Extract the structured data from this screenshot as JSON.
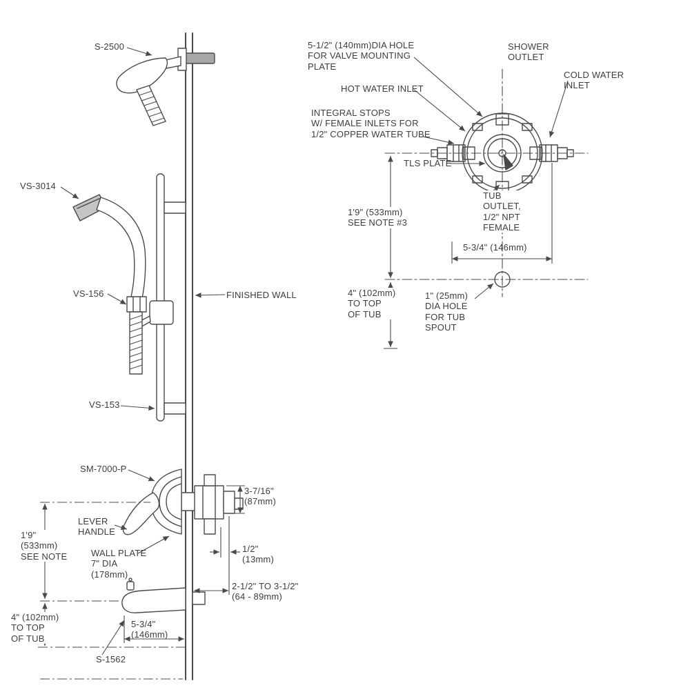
{
  "colors": {
    "line": "#4a4a4a",
    "text": "#3d3d3d",
    "background": "#ffffff"
  },
  "side_view": {
    "labels": {
      "s2500": "S-2500",
      "vs3014": "VS-3014",
      "vs156": "VS-156",
      "finished_wall": "FINISHED WALL",
      "vs153": "VS-153",
      "sm7000p": "SM-7000-P",
      "lever_handle": "LEVER\nHANDLE",
      "wall_plate": "WALL PLATE\n7\" DIA\n(178mm)",
      "dim_3_7_16": "3-7/16\"\n(87mm)",
      "dim_half_inch": "1/2\"\n(13mm)",
      "dim_offset_range": "2-1/2\" TO 3-1/2\"\n(64 - 89mm)",
      "dim_valve_height": "1'9\"\n(533mm)\nSEE NOTE",
      "dim_tub_height": "4\" (102mm)\nTO TOP\nOF TUB",
      "dim_spout_length": "5-3/4\"\n(146mm)",
      "s1562": "S-1562"
    }
  },
  "front_view": {
    "labels": {
      "mounting_hole": "5-1/2\" (140mm)DIA HOLE\nFOR VALVE MOUNTING\nPLATE",
      "shower_outlet": "SHOWER\nOUTLET",
      "cold_water_inlet": "COLD WATER\nINLET",
      "hot_water_inlet": "HOT WATER INLET",
      "integral_stops": "INTEGRAL STOPS\nW/ FEMALE INLETS FOR\n1/2\" COPPER WATER TUBE",
      "tls_plate": "TLS PLATE",
      "tub_outlet": "TUB\nOUTLET,\n1/2\" NPT\nFEMALE",
      "dim_inlet_spacing": "5-3/4\" (146mm)",
      "dim_valve_height": "1'9\" (533mm)\nSEE NOTE #3",
      "dim_tub_height": "4\" (102mm)\nTO TOP\nOF TUB",
      "spout_hole": "1\" (25mm)\nDIA HOLE\nFOR TUB\nSPOUT"
    }
  }
}
